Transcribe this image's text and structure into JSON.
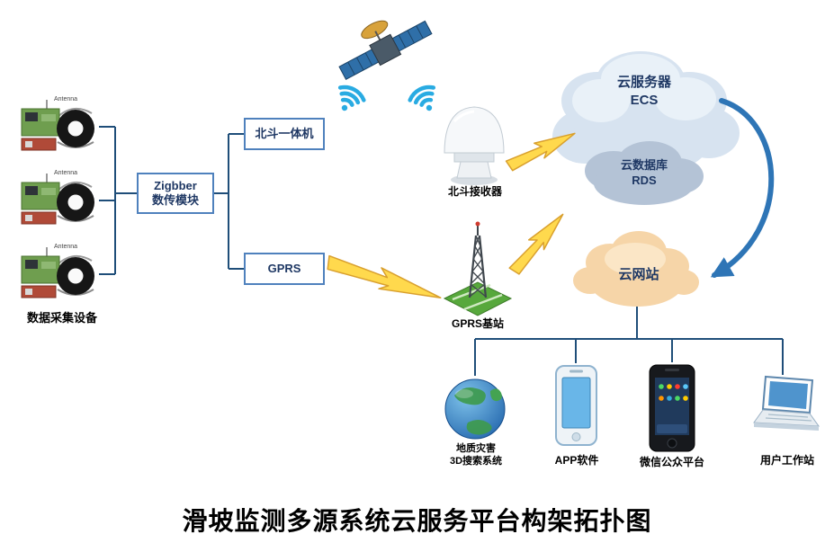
{
  "title": "滑坡监测多源系统云服务平台构架拓扑图",
  "sensors": {
    "label": "数据采集设备",
    "antenna_label": "Antenna",
    "count": 3
  },
  "boxes": {
    "zigbee": {
      "line1": "Zigbber",
      "line2": "数传模块"
    },
    "beidou_unit": {
      "label": "北斗一体机"
    },
    "gprs": {
      "label": "GPRS"
    }
  },
  "devices": {
    "beidou_receiver": {
      "label": "北斗接收器"
    },
    "gprs_station": {
      "label": "GPRS基站"
    }
  },
  "clouds": {
    "ecs": {
      "line1": "云服务器",
      "line2": "ECS"
    },
    "rds": {
      "line1": "云数据库",
      "line2": "RDS"
    },
    "web": {
      "label": "云网站"
    }
  },
  "terminals": {
    "search": {
      "line1": "地质灾害",
      "line2": "3D搜索系统"
    },
    "app": {
      "label": "APP软件"
    },
    "wechat": {
      "label": "微信公众平台"
    },
    "workstation": {
      "label": "用户工作站"
    }
  },
  "icons": {
    "satellite": "satellite-icon",
    "wifi": "wifi-signal-icon",
    "sensor": "sensor-device-icon",
    "beidou_receiver": "dome-antenna-icon",
    "gprs_station": "cell-tower-icon",
    "globe": "earth-globe-icon",
    "app_phone": "smartphone-icon",
    "wechat_phone": "iphone-icon",
    "laptop": "laptop-icon",
    "lightning": "lightning-bolt-icon"
  },
  "colors": {
    "line": "#1f4e79",
    "box_border": "#4f81bd",
    "bolt_fill": "#ffd94d",
    "bolt_stroke": "#d9a02e",
    "ecs_cloud": "#d7e3f0",
    "rds_cloud": "#b4c3d6",
    "web_cloud": "#f6d5a8",
    "wifi": "#29abe2",
    "arrow": "#2e75b6"
  }
}
